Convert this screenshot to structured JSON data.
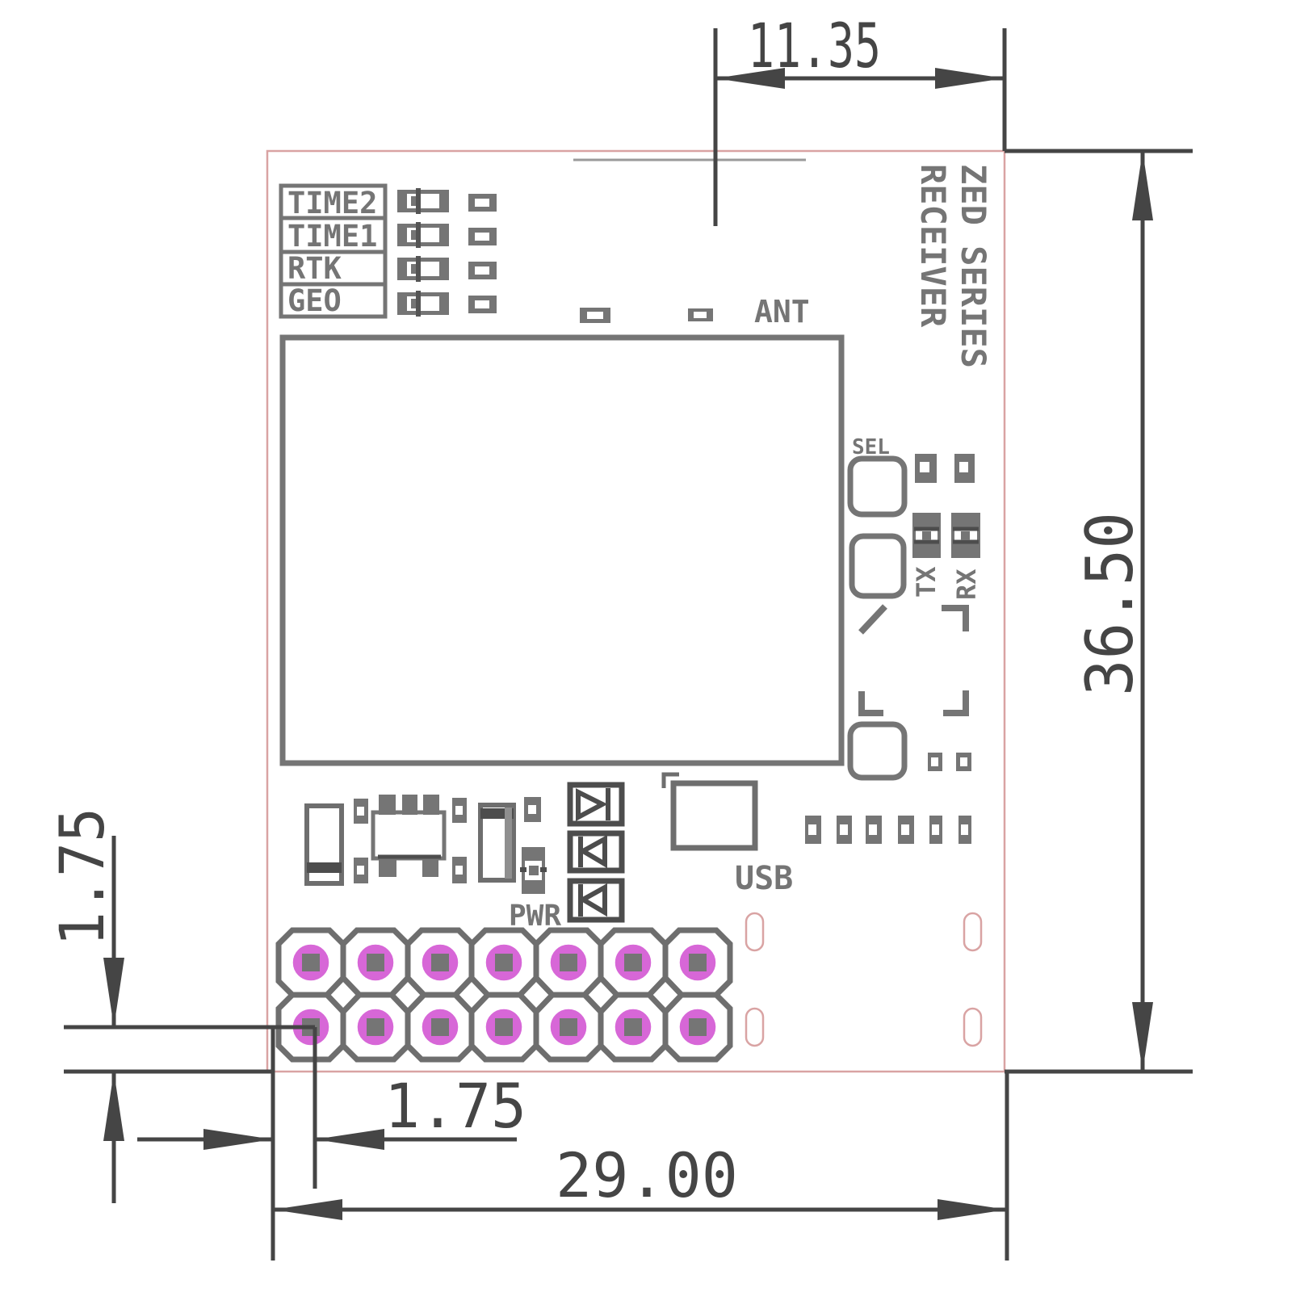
{
  "drawing": {
    "kind": "pcb-mechanical-dimension-drawing",
    "board_title": {
      "line1": "ZED SERIES",
      "line2": "RECEIVER"
    },
    "dimensions": {
      "antenna_offset_mm": "11.35",
      "board_height_mm": "36.50",
      "board_width_mm": "29.00",
      "pin_row_to_edge_mm": "1.75",
      "pin_col_to_edge_mm": "1.75"
    },
    "silkscreen_labels": {
      "led_table": [
        "TIME2",
        "TIME1",
        "RTK",
        "GEO"
      ],
      "ant": "ANT",
      "sel": "SEL",
      "tx": "TX",
      "rx": "RX",
      "usb": "USB",
      "pwr": "PWR"
    },
    "colors": {
      "dimension": "#454545",
      "silkscreen": "#757575",
      "silkscreen_dark": "#4d4d4d",
      "board_outline": "#d9a3a3",
      "pin_ring": "#d767d7",
      "background": "#ffffff"
    }
  }
}
